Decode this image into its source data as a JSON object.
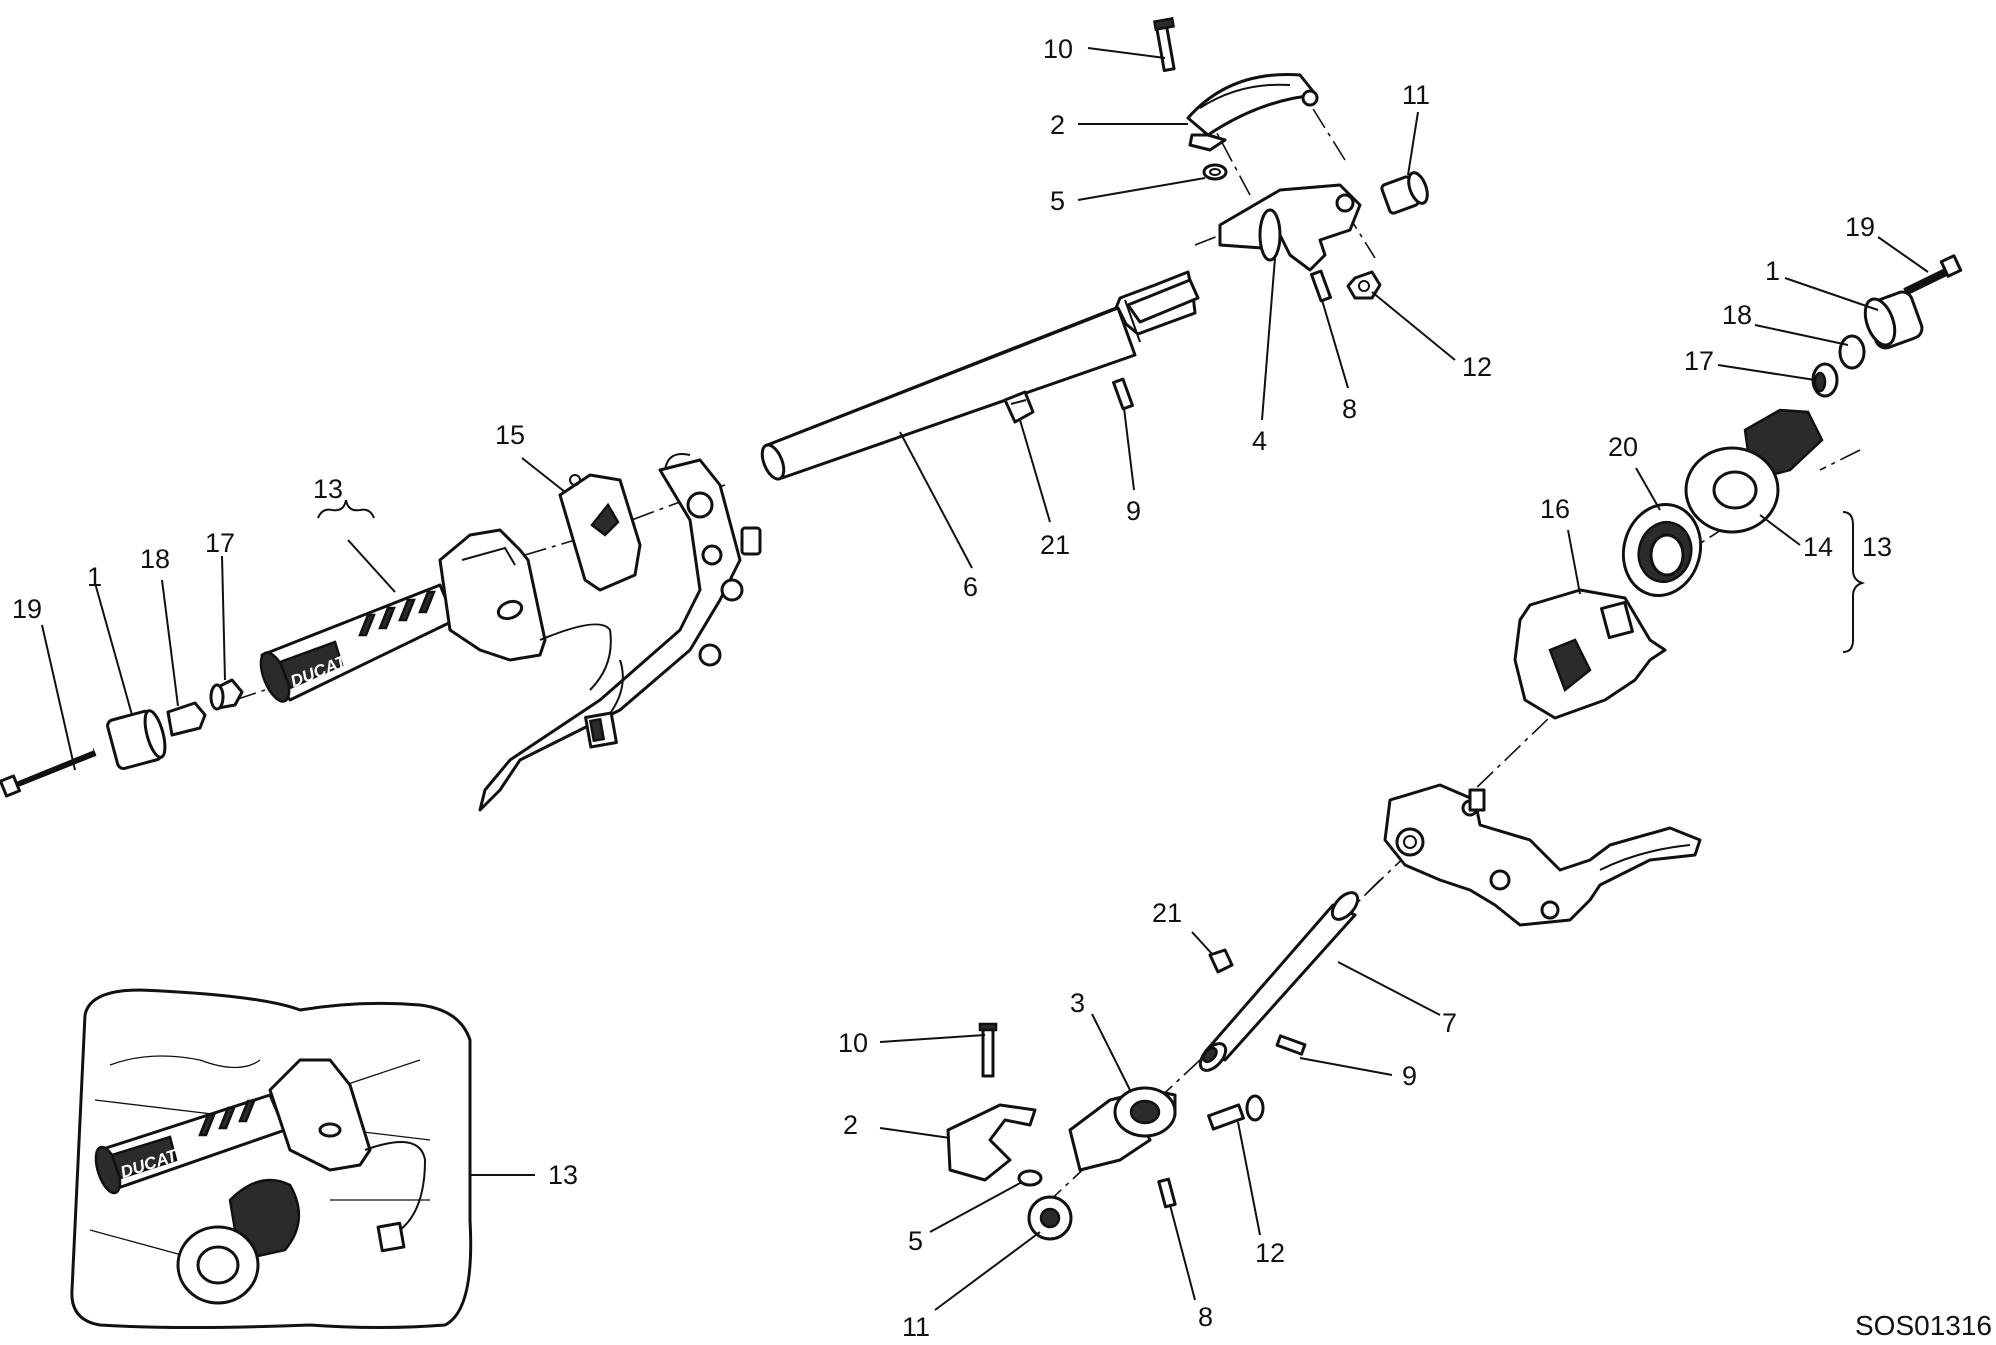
{
  "drawing_code": "SOS01316",
  "grip_brand": "DUCATI",
  "callouts": {
    "c10_top": "10",
    "c2_top": "2",
    "c5_top": "5",
    "c11_top": "11",
    "c12_top": "12",
    "c8_top": "8",
    "c4": "4",
    "c9_top": "9",
    "c21_top": "21",
    "c6": "6",
    "c15": "15",
    "c13_left": "13",
    "c19_left": "19",
    "c1_left": "1",
    "c18_left": "18",
    "c17_left": "17",
    "c19_right": "19",
    "c1_right": "1",
    "c18_right": "18",
    "c17_right": "17",
    "c20": "20",
    "c16": "16",
    "c14": "14",
    "c13_right": "13",
    "c21_bot": "21",
    "c7": "7",
    "c9_bot": "9",
    "c3": "3",
    "c10_bot": "10",
    "c2_bot": "2",
    "c5_bot": "5",
    "c11_bot": "11",
    "c12_bot": "12",
    "c8_bot": "8",
    "c13_inset": "13"
  }
}
